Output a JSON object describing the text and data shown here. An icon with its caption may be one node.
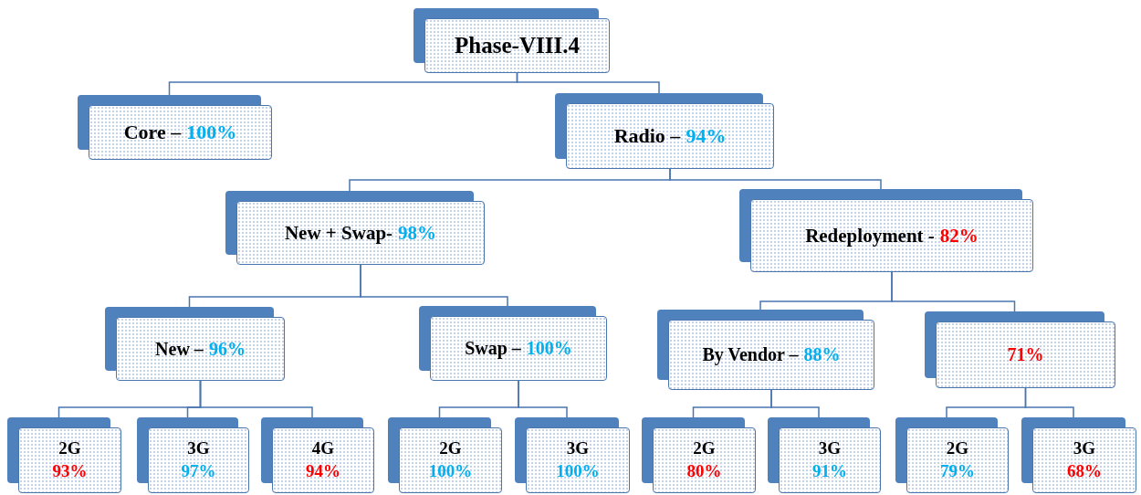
{
  "diagram": {
    "nodes": [
      {
        "text": [
          "Phase-VIII.4"
        ]
      },
      {
        "text": [
          "Core –",
          "100%"
        ]
      },
      {
        "text": [
          "Radio –",
          "94%"
        ]
      },
      {
        "text": [
          "New + Swap-",
          "98%"
        ]
      },
      {
        "text": [
          "Redeployment -",
          "82%"
        ]
      },
      {
        "text": [
          "New –",
          "96%"
        ]
      },
      {
        "text": [
          "Swap –",
          "100%"
        ]
      },
      {
        "text": [
          "By Vendor –",
          "88%"
        ]
      },
      {
        "text": [
          "71%"
        ]
      },
      {
        "text": [
          "2G",
          "93%"
        ]
      },
      {
        "text": [
          "3G",
          "97%"
        ]
      },
      {
        "text": [
          "4G",
          "94%"
        ]
      },
      {
        "text": [
          "2G",
          "100%"
        ]
      },
      {
        "text": [
          "3G",
          "100%"
        ]
      },
      {
        "text": [
          "2G",
          "80%"
        ]
      },
      {
        "text": [
          "3G",
          "91%"
        ]
      },
      {
        "text": [
          "2G",
          "79%"
        ]
      },
      {
        "text": [
          "3G",
          "68%"
        ]
      }
    ],
    "edges": [
      {
        "from": 0,
        "to": 1,
        "arrow": "none"
      },
      {
        "from": 0,
        "to": 2,
        "arrow": "none"
      },
      {
        "from": 2,
        "to": 3,
        "arrow": "none"
      },
      {
        "from": 2,
        "to": 4,
        "arrow": "none"
      },
      {
        "from": 3,
        "to": 5,
        "arrow": "none"
      },
      {
        "from": 3,
        "to": 6,
        "arrow": "none"
      },
      {
        "from": 4,
        "to": 7,
        "arrow": "none"
      },
      {
        "from": 4,
        "to": 8,
        "arrow": "none"
      },
      {
        "from": 5,
        "to": 9,
        "arrow": "none"
      },
      {
        "from": 5,
        "to": 10,
        "arrow": "none"
      },
      {
        "from": 5,
        "to": 11,
        "arrow": "none"
      },
      {
        "from": 6,
        "to": 12,
        "arrow": "none"
      },
      {
        "from": 6,
        "to": 13,
        "arrow": "none"
      },
      {
        "from": 7,
        "to": 14,
        "arrow": "none"
      },
      {
        "from": 7,
        "to": 15,
        "arrow": "none"
      },
      {
        "from": 8,
        "to": 16,
        "arrow": "none"
      },
      {
        "from": 8,
        "to": 17,
        "arrow": "none"
      }
    ]
  }
}
